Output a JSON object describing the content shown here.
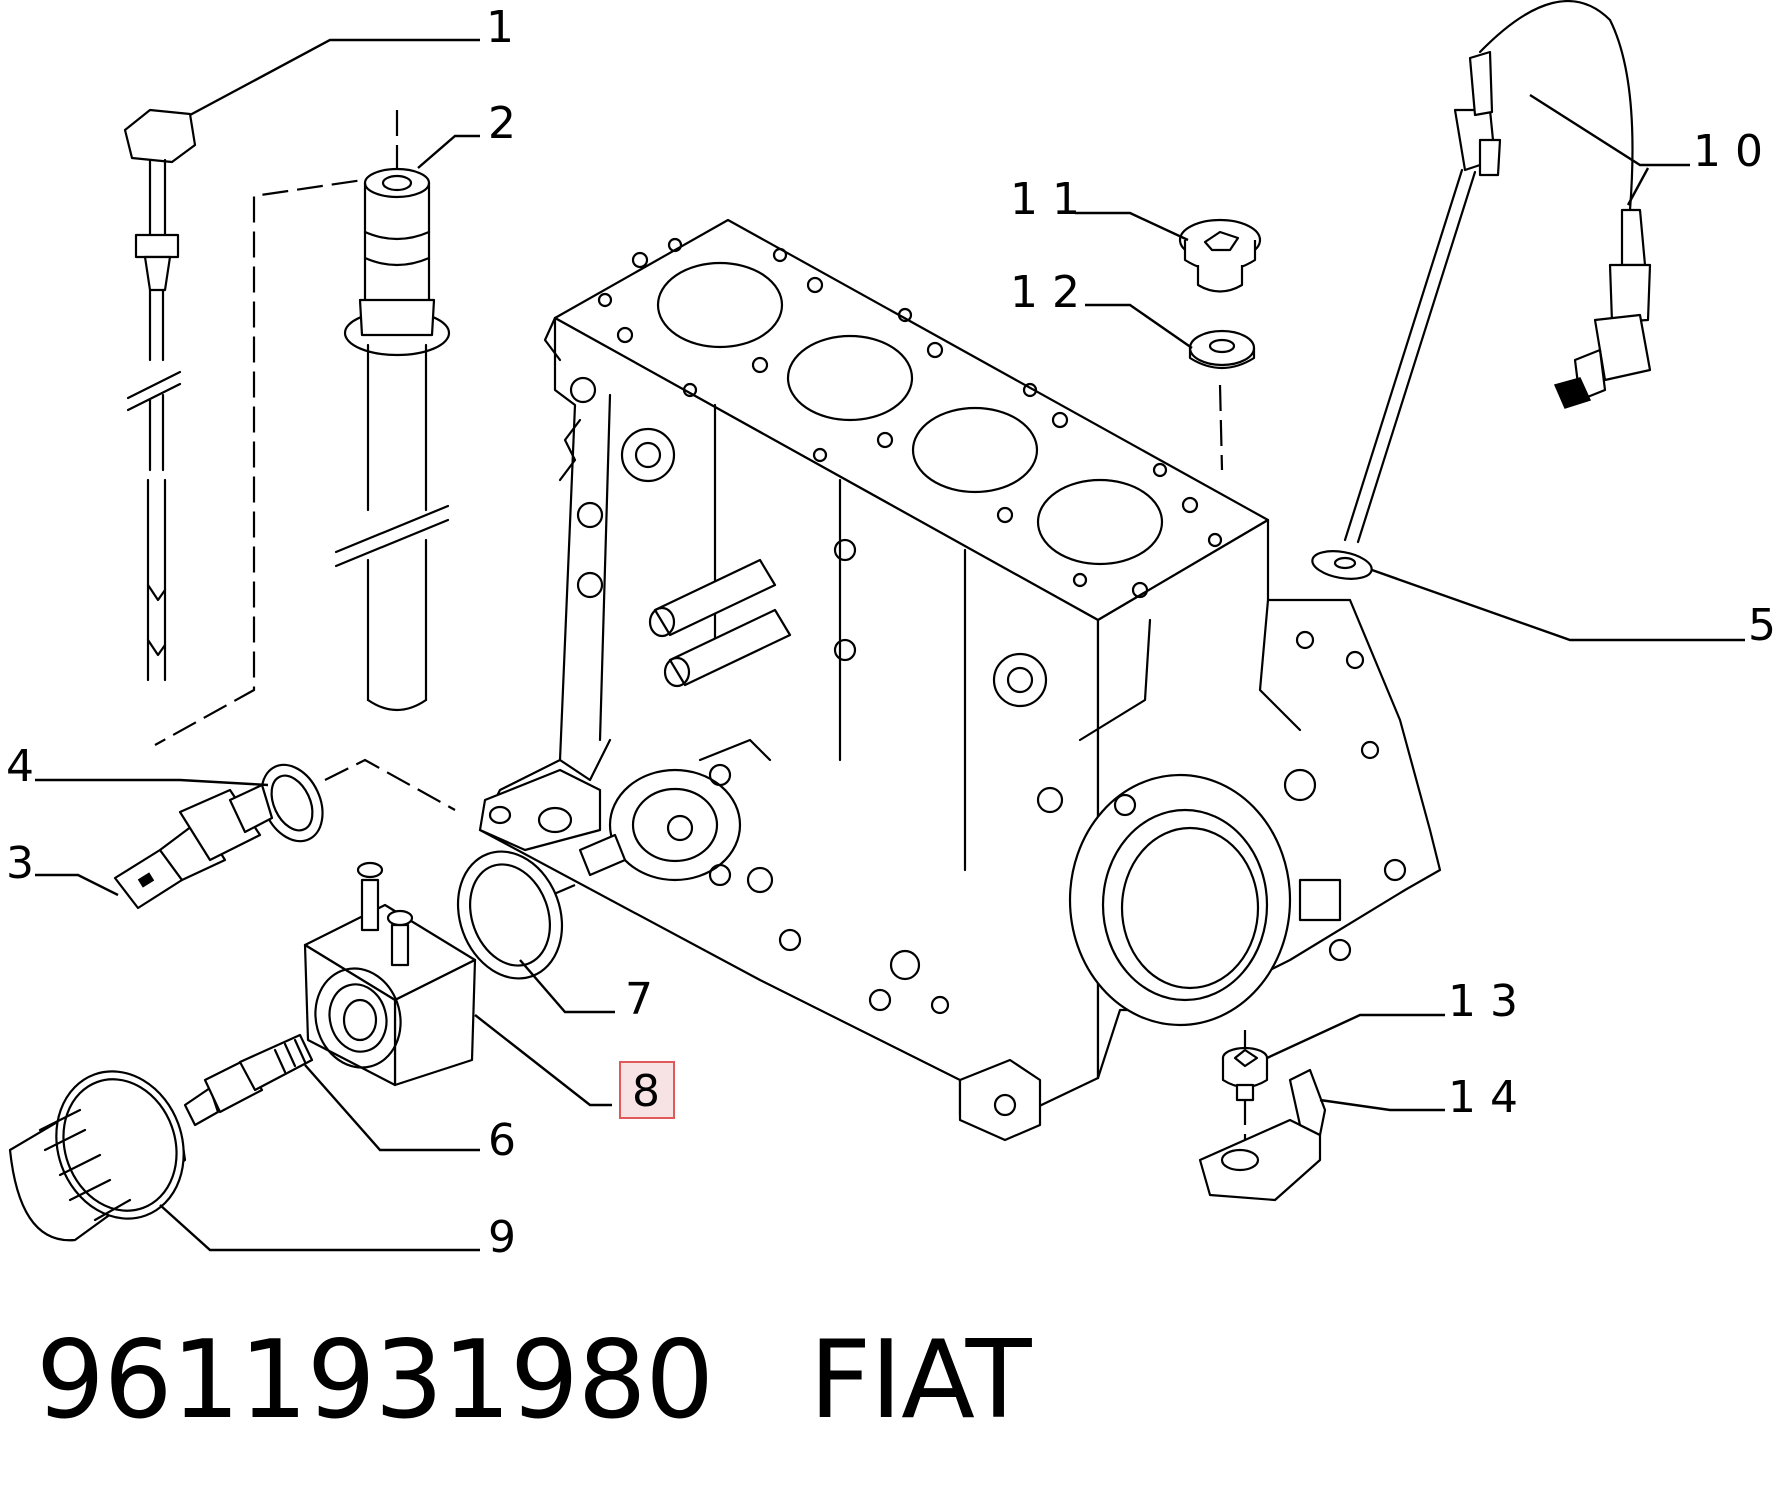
{
  "callouts": [
    {
      "id": "1",
      "label": "1"
    },
    {
      "id": "2",
      "label": "2"
    },
    {
      "id": "3",
      "label": "3"
    },
    {
      "id": "4",
      "label": "4"
    },
    {
      "id": "5",
      "label": "5"
    },
    {
      "id": "6",
      "label": "6"
    },
    {
      "id": "7",
      "label": "7"
    },
    {
      "id": "8",
      "label": "8",
      "highlighted": true
    },
    {
      "id": "9",
      "label": "9"
    },
    {
      "id": "10",
      "label": "1 0"
    },
    {
      "id": "11",
      "label": "1 1"
    },
    {
      "id": "12",
      "label": "1 2"
    },
    {
      "id": "13",
      "label": "1 3"
    },
    {
      "id": "14",
      "label": "1 4"
    }
  ],
  "footer": {
    "part_number": "9611931980",
    "brand": "FIAT"
  },
  "colors": {
    "line": "#000000",
    "highlight_fill": "#f7e3e3",
    "highlight_border": "#e05a5a"
  }
}
